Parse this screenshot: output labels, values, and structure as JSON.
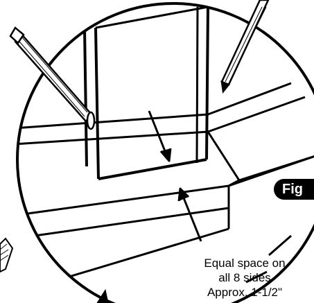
{
  "figure": {
    "badge_text": "Fig",
    "caption_line1": "Equal space on",
    "caption_line2": "all 8 sides",
    "caption_line3": "Approx. 1-1/2\""
  },
  "colors": {
    "ink": "#000000",
    "paper": "#ffffff"
  }
}
